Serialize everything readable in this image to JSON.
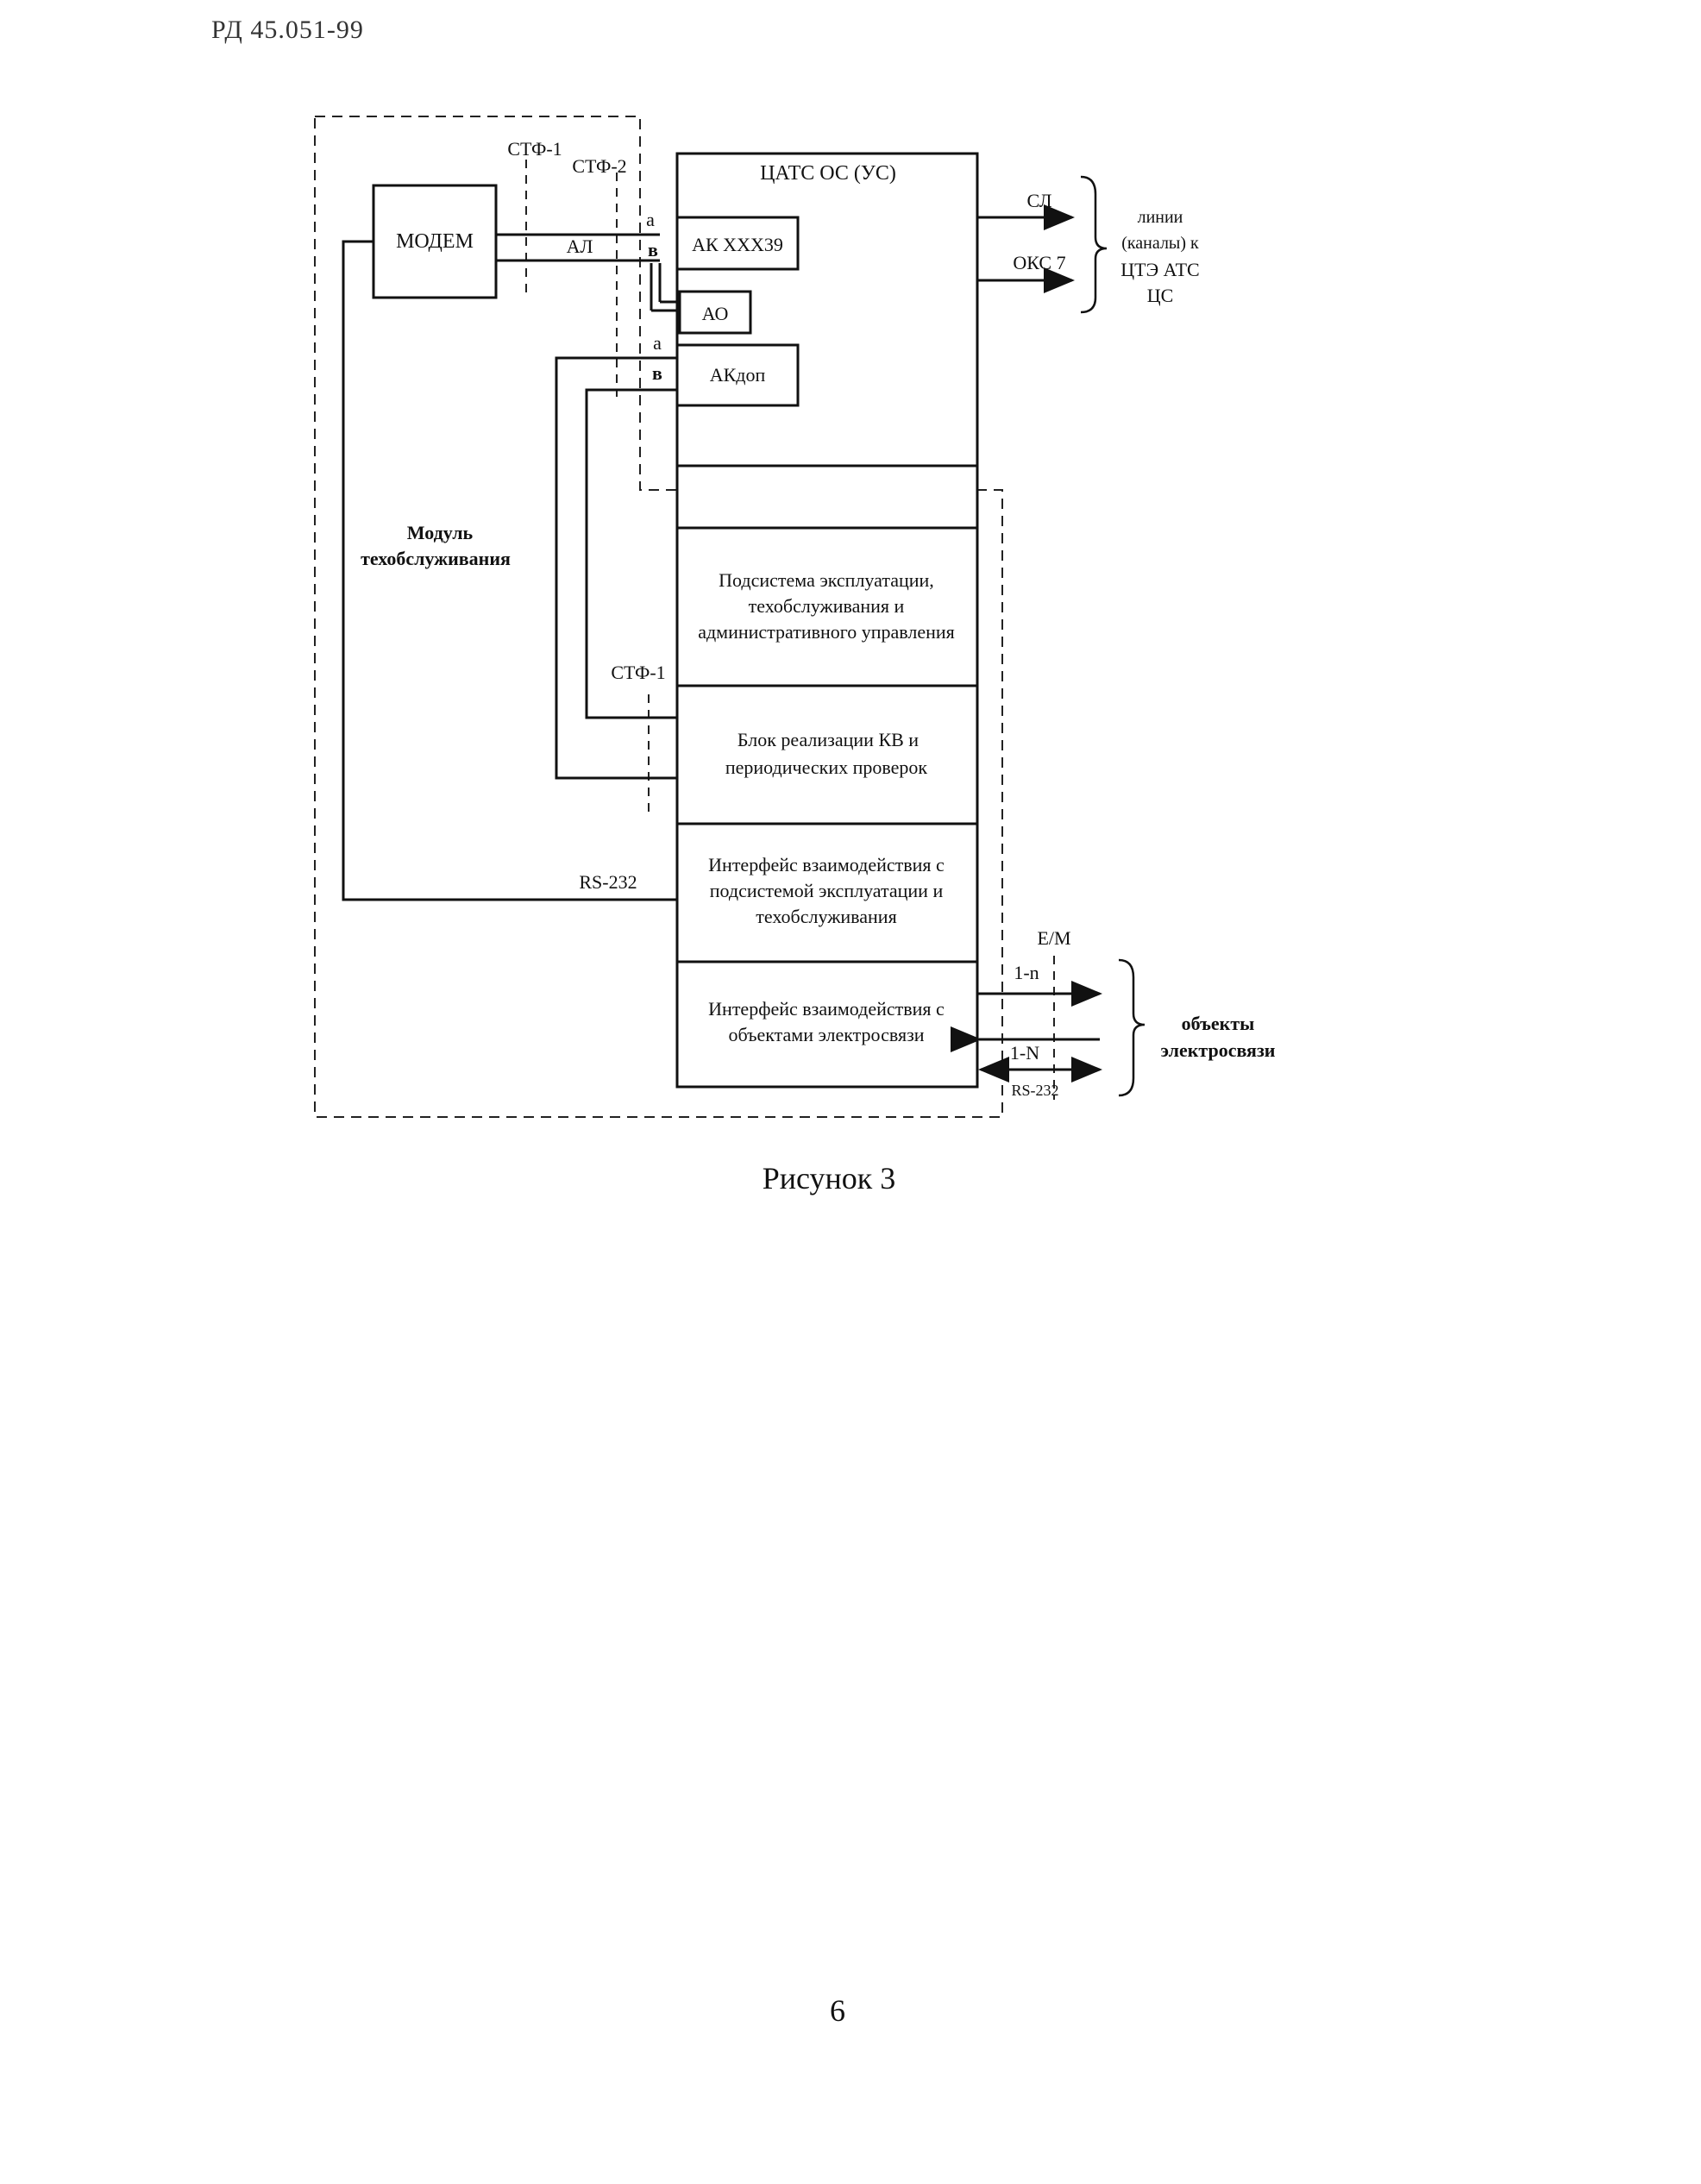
{
  "header": {
    "doc_code": "РД 45.051-99"
  },
  "diagram": {
    "module_label_line1": "Модуль",
    "module_label_line2": "техобслуживания",
    "modem": "МОДЕМ",
    "stf1_top": "СТФ-1",
    "stf2_top": "СТФ-2",
    "stf1_mid": "СТФ-1",
    "al": "АЛ",
    "wire_a1": "а",
    "wire_b1": "в",
    "wire_a2": "а",
    "wire_b2": "в",
    "atc": "ЦАТС ОС (УС)",
    "ak": "АК ХХХ39",
    "ao": "АО",
    "akdop": "АКдоп",
    "sl": "СЛ",
    "oks7": "ОКС 7",
    "lines_line1": "линии",
    "lines_line2": "(каналы) к",
    "lines_line3": "ЦТЭ АТС",
    "lines_line4": "ЦС",
    "subsystem_line1": "Подсистема эксплуатации,",
    "subsystem_line2": "техобслуживания и",
    "subsystem_line3": "административного управления",
    "block_line1": "Блок  реализации КВ и",
    "block_line2": "периодических проверок",
    "iface1_line1": "Интерфейс взаимодействия с",
    "iface1_line2": "подсистемой эксплуатации и",
    "iface1_line3": "техобслуживания",
    "iface2_line1": "Интерфейс взаимодействия с",
    "iface2_line2": "объектами электросвязи",
    "rs232_left": "RS-232",
    "em": "E/M",
    "one_n_small": "1-n",
    "one_n_big": "1-N",
    "rs232_right": "RS-232",
    "objects_line1": "объекты",
    "objects_line2": "электросвязи"
  },
  "caption": "Рисунок 3",
  "page_number": "6"
}
